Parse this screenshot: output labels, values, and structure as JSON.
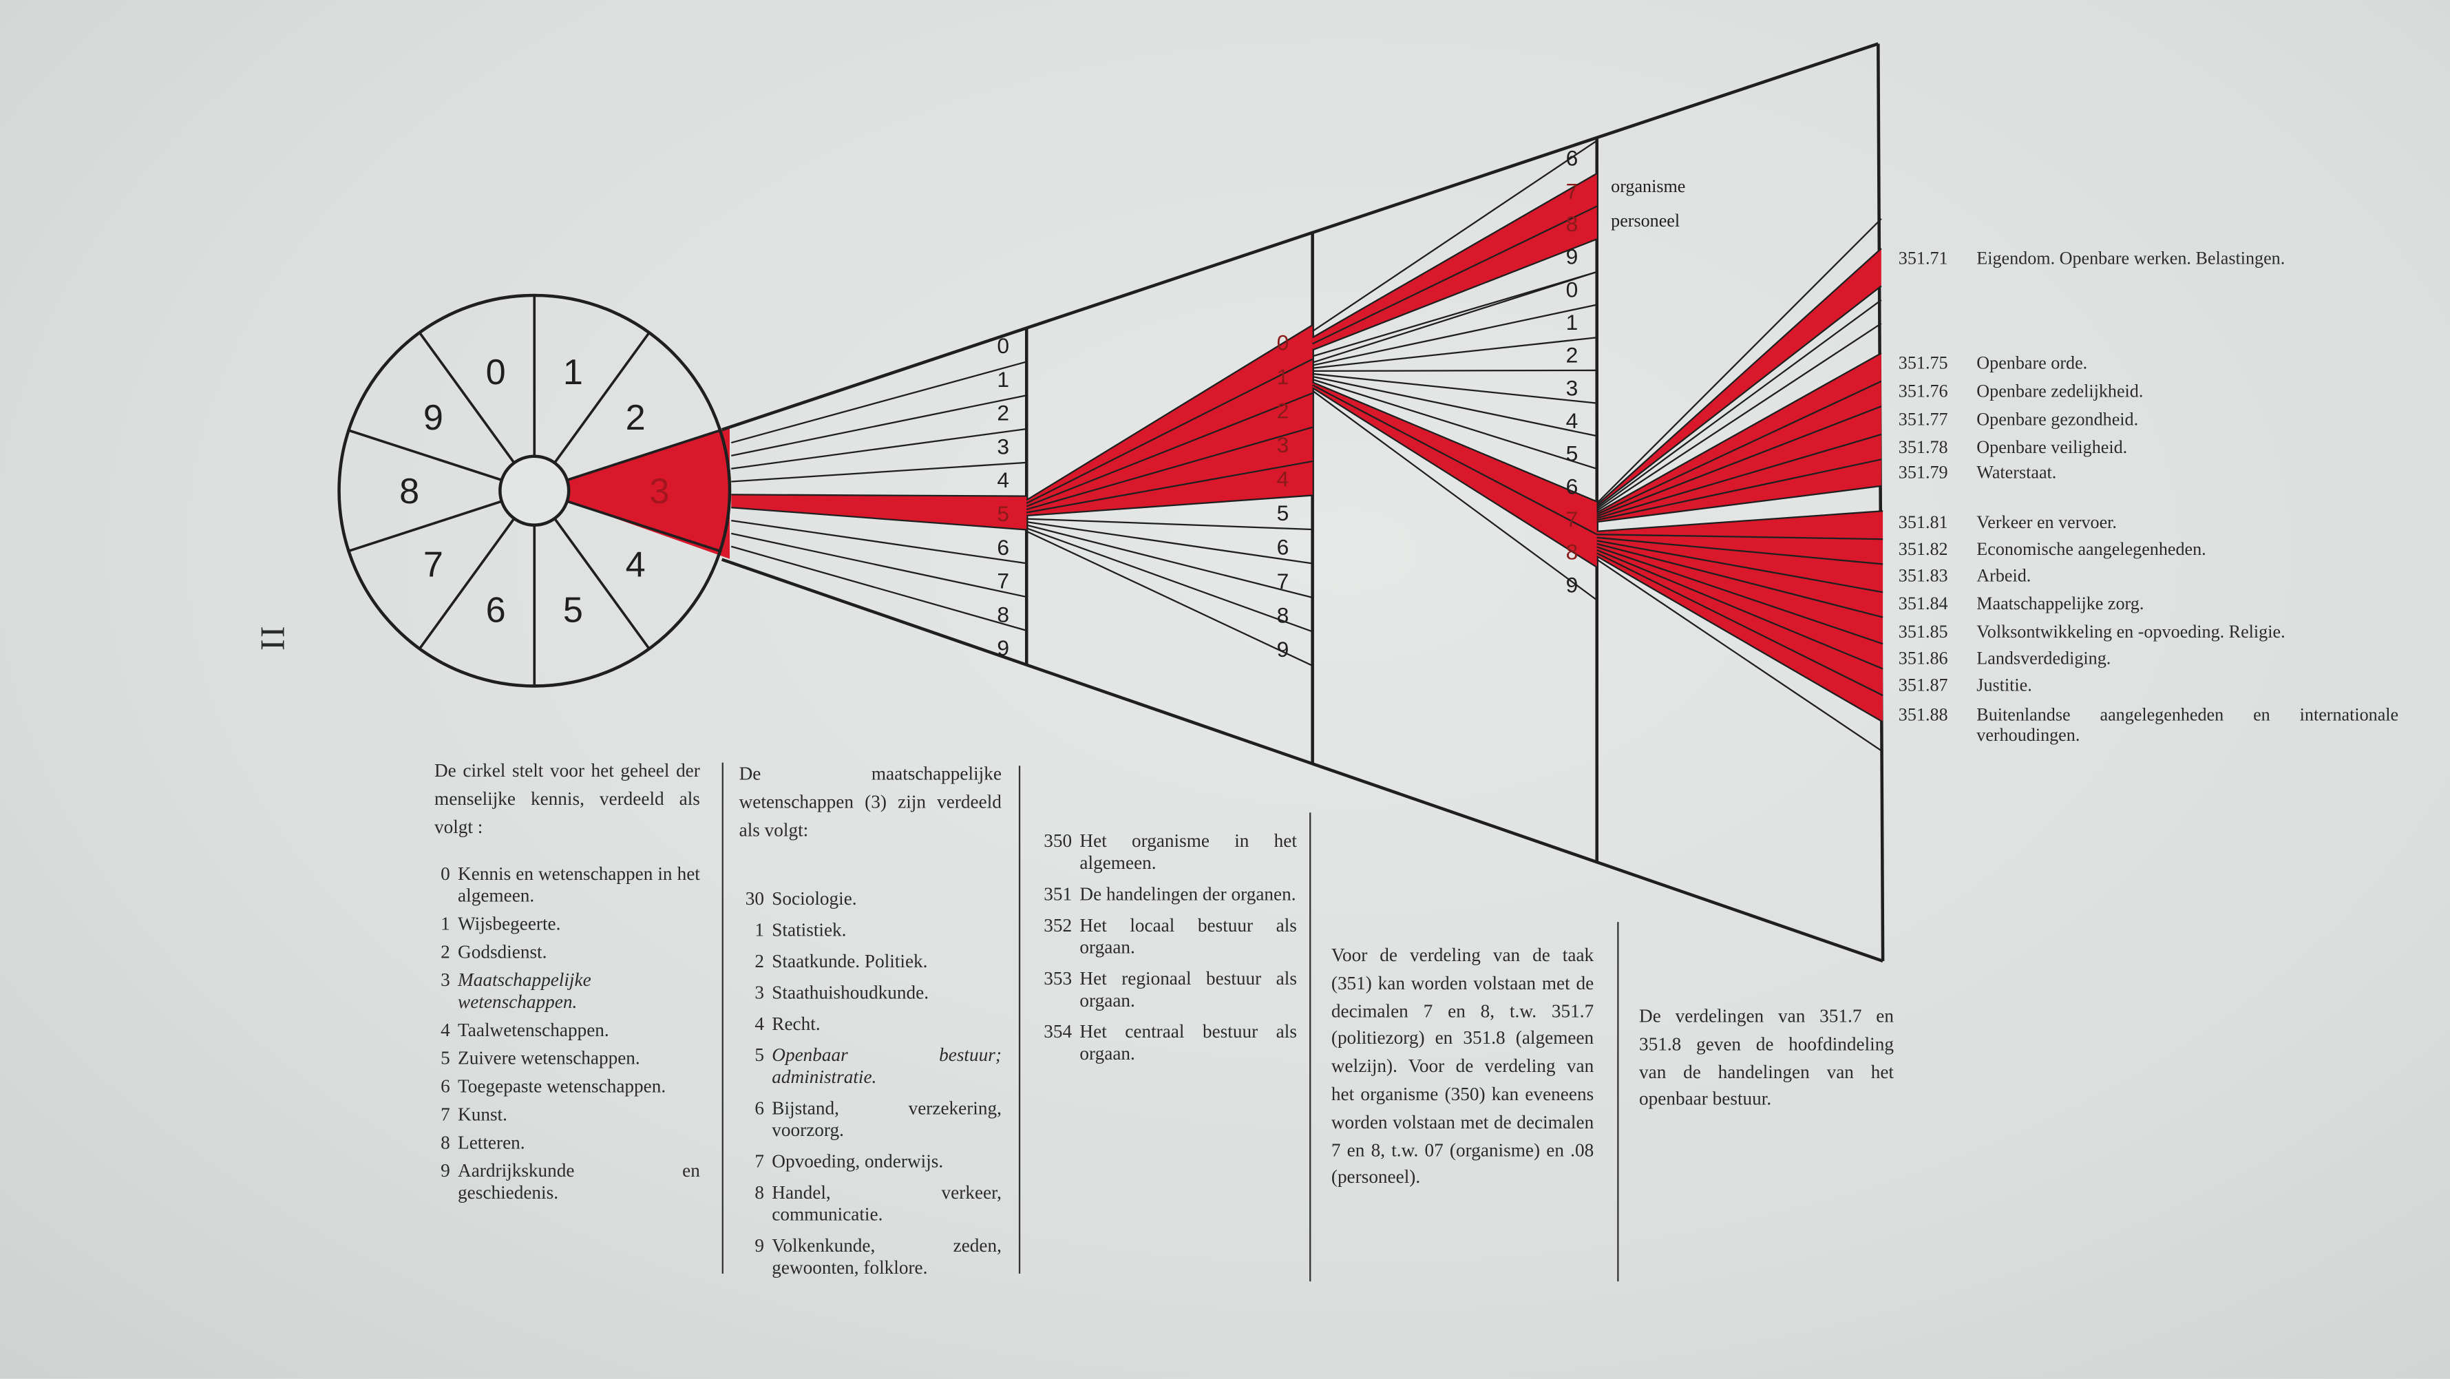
{
  "plate_number": "II",
  "colors": {
    "accent_red": "#d9182b",
    "ink": "#1f1f1f",
    "paper": "#dcdfde"
  },
  "circle": {
    "sectors": [
      "0",
      "1",
      "2",
      "3",
      "4",
      "5",
      "6",
      "7",
      "8",
      "9"
    ],
    "highlighted": "3"
  },
  "columns": {
    "col1": {
      "labels": [
        "0",
        "1",
        "2",
        "3",
        "4",
        "5",
        "6",
        "7",
        "8",
        "9"
      ],
      "highlighted": [
        "5"
      ]
    },
    "col2": {
      "labels": [
        "0",
        "1",
        "2",
        "3",
        "4",
        "5",
        "6",
        "7",
        "8",
        "9"
      ],
      "highlighted": [
        "0",
        "1",
        "2",
        "3",
        "4"
      ]
    },
    "col3_upper": {
      "labels": [
        "6",
        "7",
        "8",
        "9"
      ],
      "highlighted": [
        "7",
        "8"
      ]
    },
    "col3_lower": {
      "labels": [
        "0",
        "1",
        "2",
        "3",
        "4",
        "5",
        "6",
        "7",
        "8",
        "9"
      ],
      "highlighted": [
        "7",
        "8"
      ]
    },
    "col3_notes": {
      "organisme": "organisme",
      "personeel": "personeel"
    }
  },
  "block1": {
    "intro": "De cirkel stelt voor het geheel der menselijke kennis, verdeeld als volgt :",
    "items": [
      {
        "num": "0",
        "text": "Kennis en wetenschappen in het algemeen."
      },
      {
        "num": "1",
        "text": "Wijsbegeerte."
      },
      {
        "num": "2",
        "text": "Godsdienst."
      },
      {
        "num": "3",
        "text": "Maatschappelijke wetenschappen.",
        "italic": true
      },
      {
        "num": "4",
        "text": "Taalwetenschappen."
      },
      {
        "num": "5",
        "text": "Zuivere wetenschappen."
      },
      {
        "num": "6",
        "text": "Toegepaste wetenschappen."
      },
      {
        "num": "7",
        "text": "Kunst."
      },
      {
        "num": "8",
        "text": "Letteren."
      },
      {
        "num": "9",
        "text": "Aardrijkskunde en geschiedenis."
      }
    ]
  },
  "block2": {
    "intro": "De maatschappelijke wetenschappen (3) zijn verdeeld als volgt:",
    "items": [
      {
        "num": "30",
        "text": "Sociologie."
      },
      {
        "num": "1",
        "text": "Statistiek."
      },
      {
        "num": "2",
        "text": "Staatkunde. Politiek."
      },
      {
        "num": "3",
        "text": "Staathuishoudkunde."
      },
      {
        "num": "4",
        "text": "Recht."
      },
      {
        "num": "5",
        "text": "Openbaar bestuur; administratie.",
        "italic": true
      },
      {
        "num": "6",
        "text": "Bijstand, verzekering, voorzorg."
      },
      {
        "num": "7",
        "text": "Opvoeding, onderwijs."
      },
      {
        "num": "8",
        "text": "Handel, verkeer, communicatie."
      },
      {
        "num": "9",
        "text": "Volkenkunde, zeden, gewoonten, folklore."
      }
    ]
  },
  "block3": {
    "items": [
      {
        "num": "350",
        "text": "Het organisme in het algemeen."
      },
      {
        "num": "351",
        "text": "De handelingen der organen."
      },
      {
        "num": "352",
        "text": "Het locaal bestuur als orgaan."
      },
      {
        "num": "353",
        "text": "Het regionaal bestuur als orgaan."
      },
      {
        "num": "354",
        "text": "Het centraal bestuur als orgaan."
      }
    ]
  },
  "block4": {
    "text": "Voor de verdeling van de taak (351) kan worden volstaan met de decimalen 7 en 8, t.w. 351.7 (politiezorg) en 351.8 (algemeen welzijn). Voor de verdeling van het organisme (350) kan eveneens worden volstaan met de decimalen 7 en 8, t.w. 07 (organisme) en .08 (personeel)."
  },
  "block5": {
    "text": "De verdelingen van 351.7 en 351.8 geven de hoofdindeling van de handelingen van het openbaar bestuur."
  },
  "right_labels": [
    {
      "code": "351.71",
      "text": "Eigendom. Openbare werken. Belastingen."
    },
    {
      "code": "351.75",
      "text": "Openbare orde."
    },
    {
      "code": "351.76",
      "text": "Openbare zedelijkheid."
    },
    {
      "code": "351.77",
      "text": "Openbare gezondheid."
    },
    {
      "code": "351.78",
      "text": "Openbare veiligheid."
    },
    {
      "code": "351.79",
      "text": "Waterstaat."
    },
    {
      "code": "351.81",
      "text": "Verkeer en vervoer."
    },
    {
      "code": "351.82",
      "text": "Economische aangelegenheden."
    },
    {
      "code": "351.83",
      "text": "Arbeid."
    },
    {
      "code": "351.84",
      "text": "Maatschappelijke zorg."
    },
    {
      "code": "351.85",
      "text": "Volksontwikkeling en -opvoeding. Religie."
    },
    {
      "code": "351.86",
      "text": "Landsverdediging."
    },
    {
      "code": "351.87",
      "text": "Justitie."
    },
    {
      "code": "351.88",
      "text": "Buitenlandse aangelegenheden en internationale verhoudingen."
    }
  ]
}
